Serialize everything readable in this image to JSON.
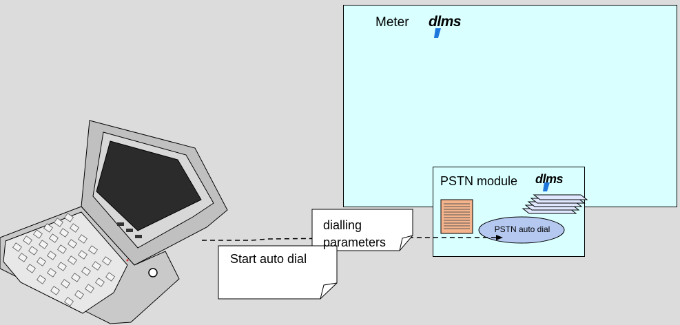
{
  "meter": {
    "label": "Meter",
    "logo_text": "dlms"
  },
  "pstn_module": {
    "label": "PSTN module",
    "logo_text": "dlms",
    "auto_dial_label": "PSTN auto dial"
  },
  "notes": {
    "dialling_line1": "dialling",
    "dialling_line2": "parameters",
    "start_auto_dial": "Start auto dial"
  },
  "colors": {
    "background": "#dcdcdc",
    "meter_fill": "#d9ffff",
    "oval_fill": "#b4c8f0",
    "register_sheet": "#f5b48c",
    "dlms_blue": "#1e78dc"
  },
  "icons": [
    "laptop-icon",
    "register-sheet-icon",
    "data-stack-icon",
    "dlms-logo"
  ]
}
